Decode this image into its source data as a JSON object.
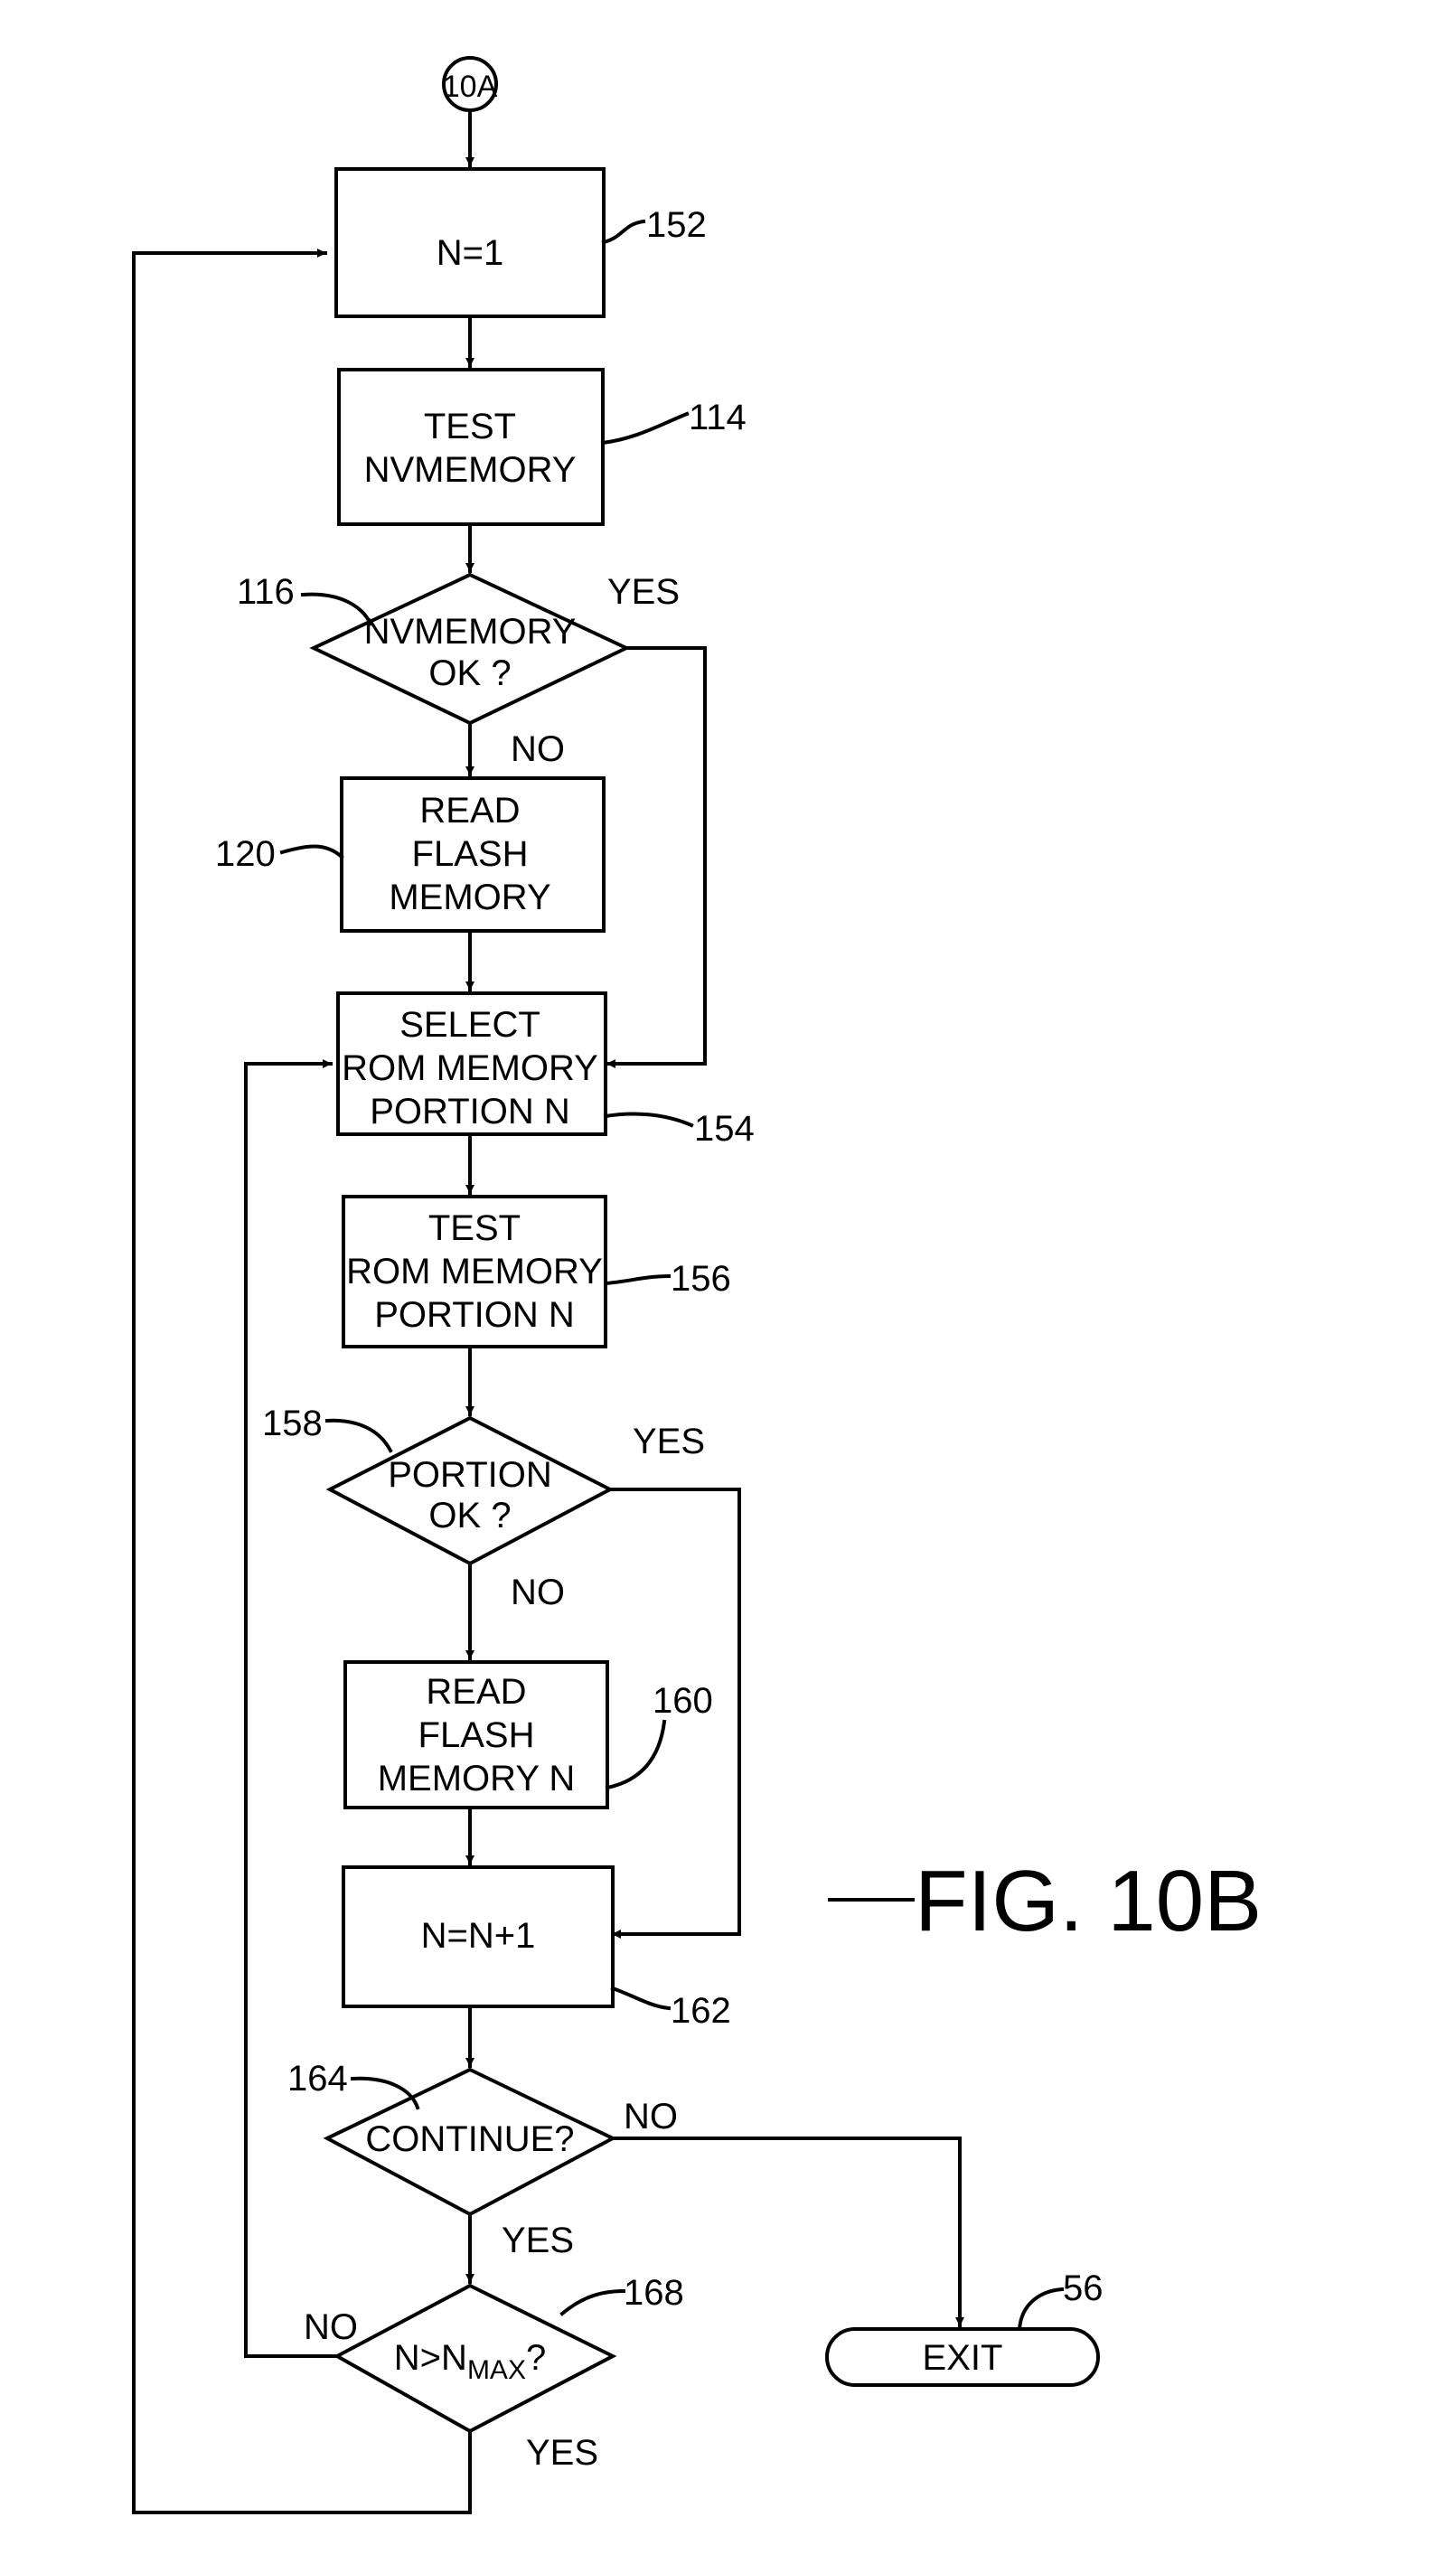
{
  "connector": "10A",
  "figure_label": "FIG. 10B",
  "nodes": {
    "n152": {
      "lines": [
        "N=1"
      ],
      "ref": "152"
    },
    "n114": {
      "lines": [
        "TEST",
        "NVMEMORY"
      ],
      "ref": "114"
    },
    "n116": {
      "lines": [
        "NVMEMORY",
        "OK ?"
      ],
      "ref": "116"
    },
    "n120": {
      "lines": [
        "READ",
        "FLASH",
        "MEMORY"
      ],
      "ref": "120"
    },
    "n154": {
      "lines": [
        "SELECT",
        "ROM MEMORY",
        "PORTION N"
      ],
      "ref": "154"
    },
    "n156": {
      "lines": [
        "TEST",
        "ROM MEMORY",
        "PORTION N"
      ],
      "ref": "156"
    },
    "n158": {
      "lines": [
        "PORTION",
        "OK ?"
      ],
      "ref": "158"
    },
    "n160": {
      "lines": [
        "READ",
        "FLASH",
        "MEMORY N"
      ],
      "ref": "160"
    },
    "n162": {
      "lines": [
        "N=N+1"
      ],
      "ref": "162"
    },
    "n164": {
      "lines": [
        "CONTINUE?"
      ],
      "ref": "164"
    },
    "n168": {
      "main": "N>N",
      "subscript": "MAX",
      "tail": "?",
      "ref": "168"
    },
    "exit": {
      "lines": [
        "EXIT"
      ],
      "ref": "56"
    }
  },
  "edge_labels": {
    "yes": "YES",
    "no": "NO"
  }
}
